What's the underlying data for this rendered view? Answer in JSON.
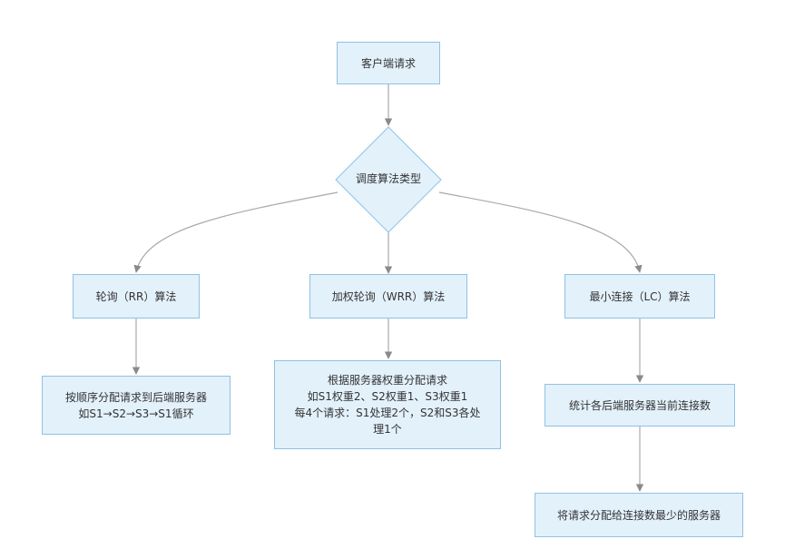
{
  "diagram": {
    "start": {
      "label": "客户端请求"
    },
    "decision": {
      "label": "调度算法类型"
    },
    "branches": [
      {
        "title": "轮询（RR）算法",
        "detail": "按顺序分配请求到后端服务器\n如S1→S2→S3→S1循环"
      },
      {
        "title": "加权轮询（WRR）算法",
        "detail": "根据服务器权重分配请求\n如S1权重2、S2权重1、S3权重1\n每4个请求：S1处理2个，S2和S3各处\n理1个"
      },
      {
        "title": "最小连接（LC）算法",
        "detail": "统计各后端服务器当前连接数",
        "next": "将请求分配给连接数最少的服务器"
      }
    ]
  },
  "colors": {
    "node_fill": "#e3f1fb",
    "node_border": "#8fc2e4",
    "edge": "#a9a9a9",
    "text": "#333333"
  }
}
